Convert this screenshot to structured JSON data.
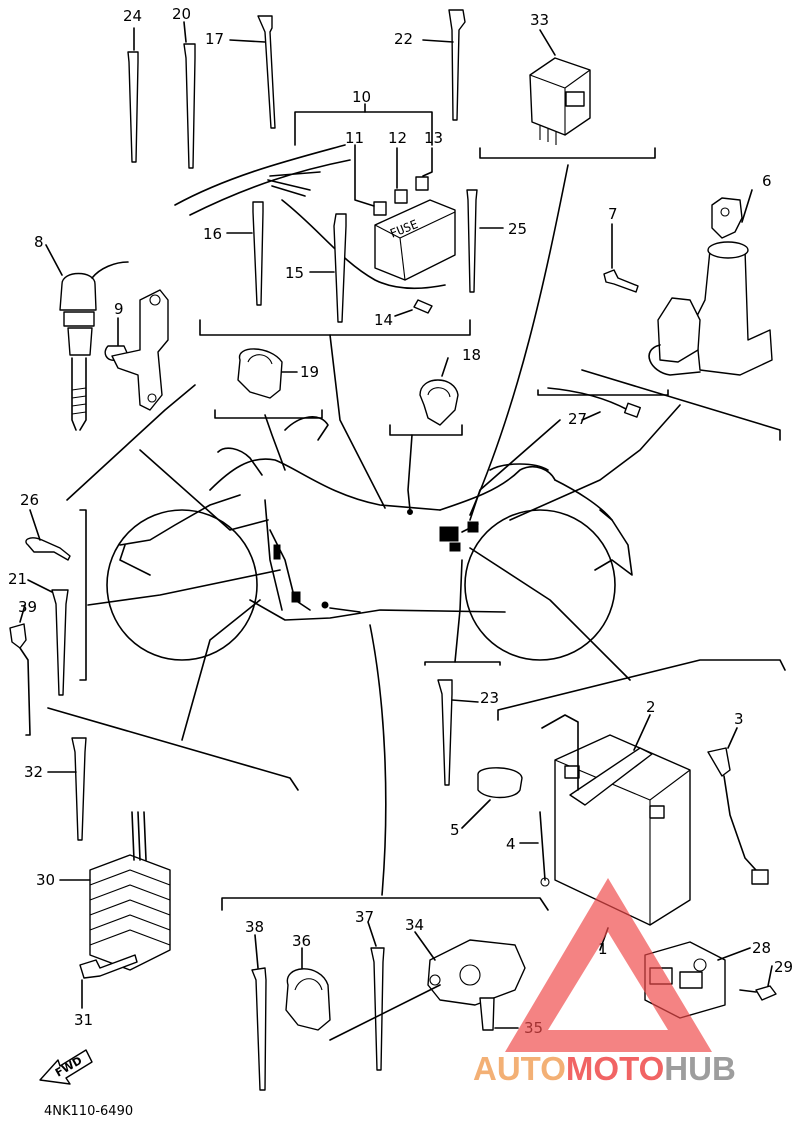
{
  "diagram": {
    "code": "4NK110-6490",
    "direction_label": "FWD",
    "fuse_label": "FUSE",
    "callouts": [
      "1",
      "2",
      "3",
      "4",
      "5",
      "6",
      "7",
      "8",
      "9",
      "10",
      "11",
      "12",
      "13",
      "14",
      "15",
      "16",
      "17",
      "18",
      "19",
      "20",
      "21",
      "22",
      "23",
      "24",
      "25",
      "26",
      "27",
      "28",
      "29",
      "30",
      "31",
      "32",
      "33",
      "34",
      "35",
      "36",
      "37",
      "38",
      "39"
    ]
  },
  "watermark": {
    "brand": "AUTOMOTOHUB",
    "part1": "AUTO",
    "part2": "MOTO",
    "part3": "HUB",
    "colors": {
      "triangle": "#ef4a4a",
      "auto": "#f2a35e",
      "moto": "#ef4a4a",
      "hub": "#8c8c8c"
    }
  }
}
